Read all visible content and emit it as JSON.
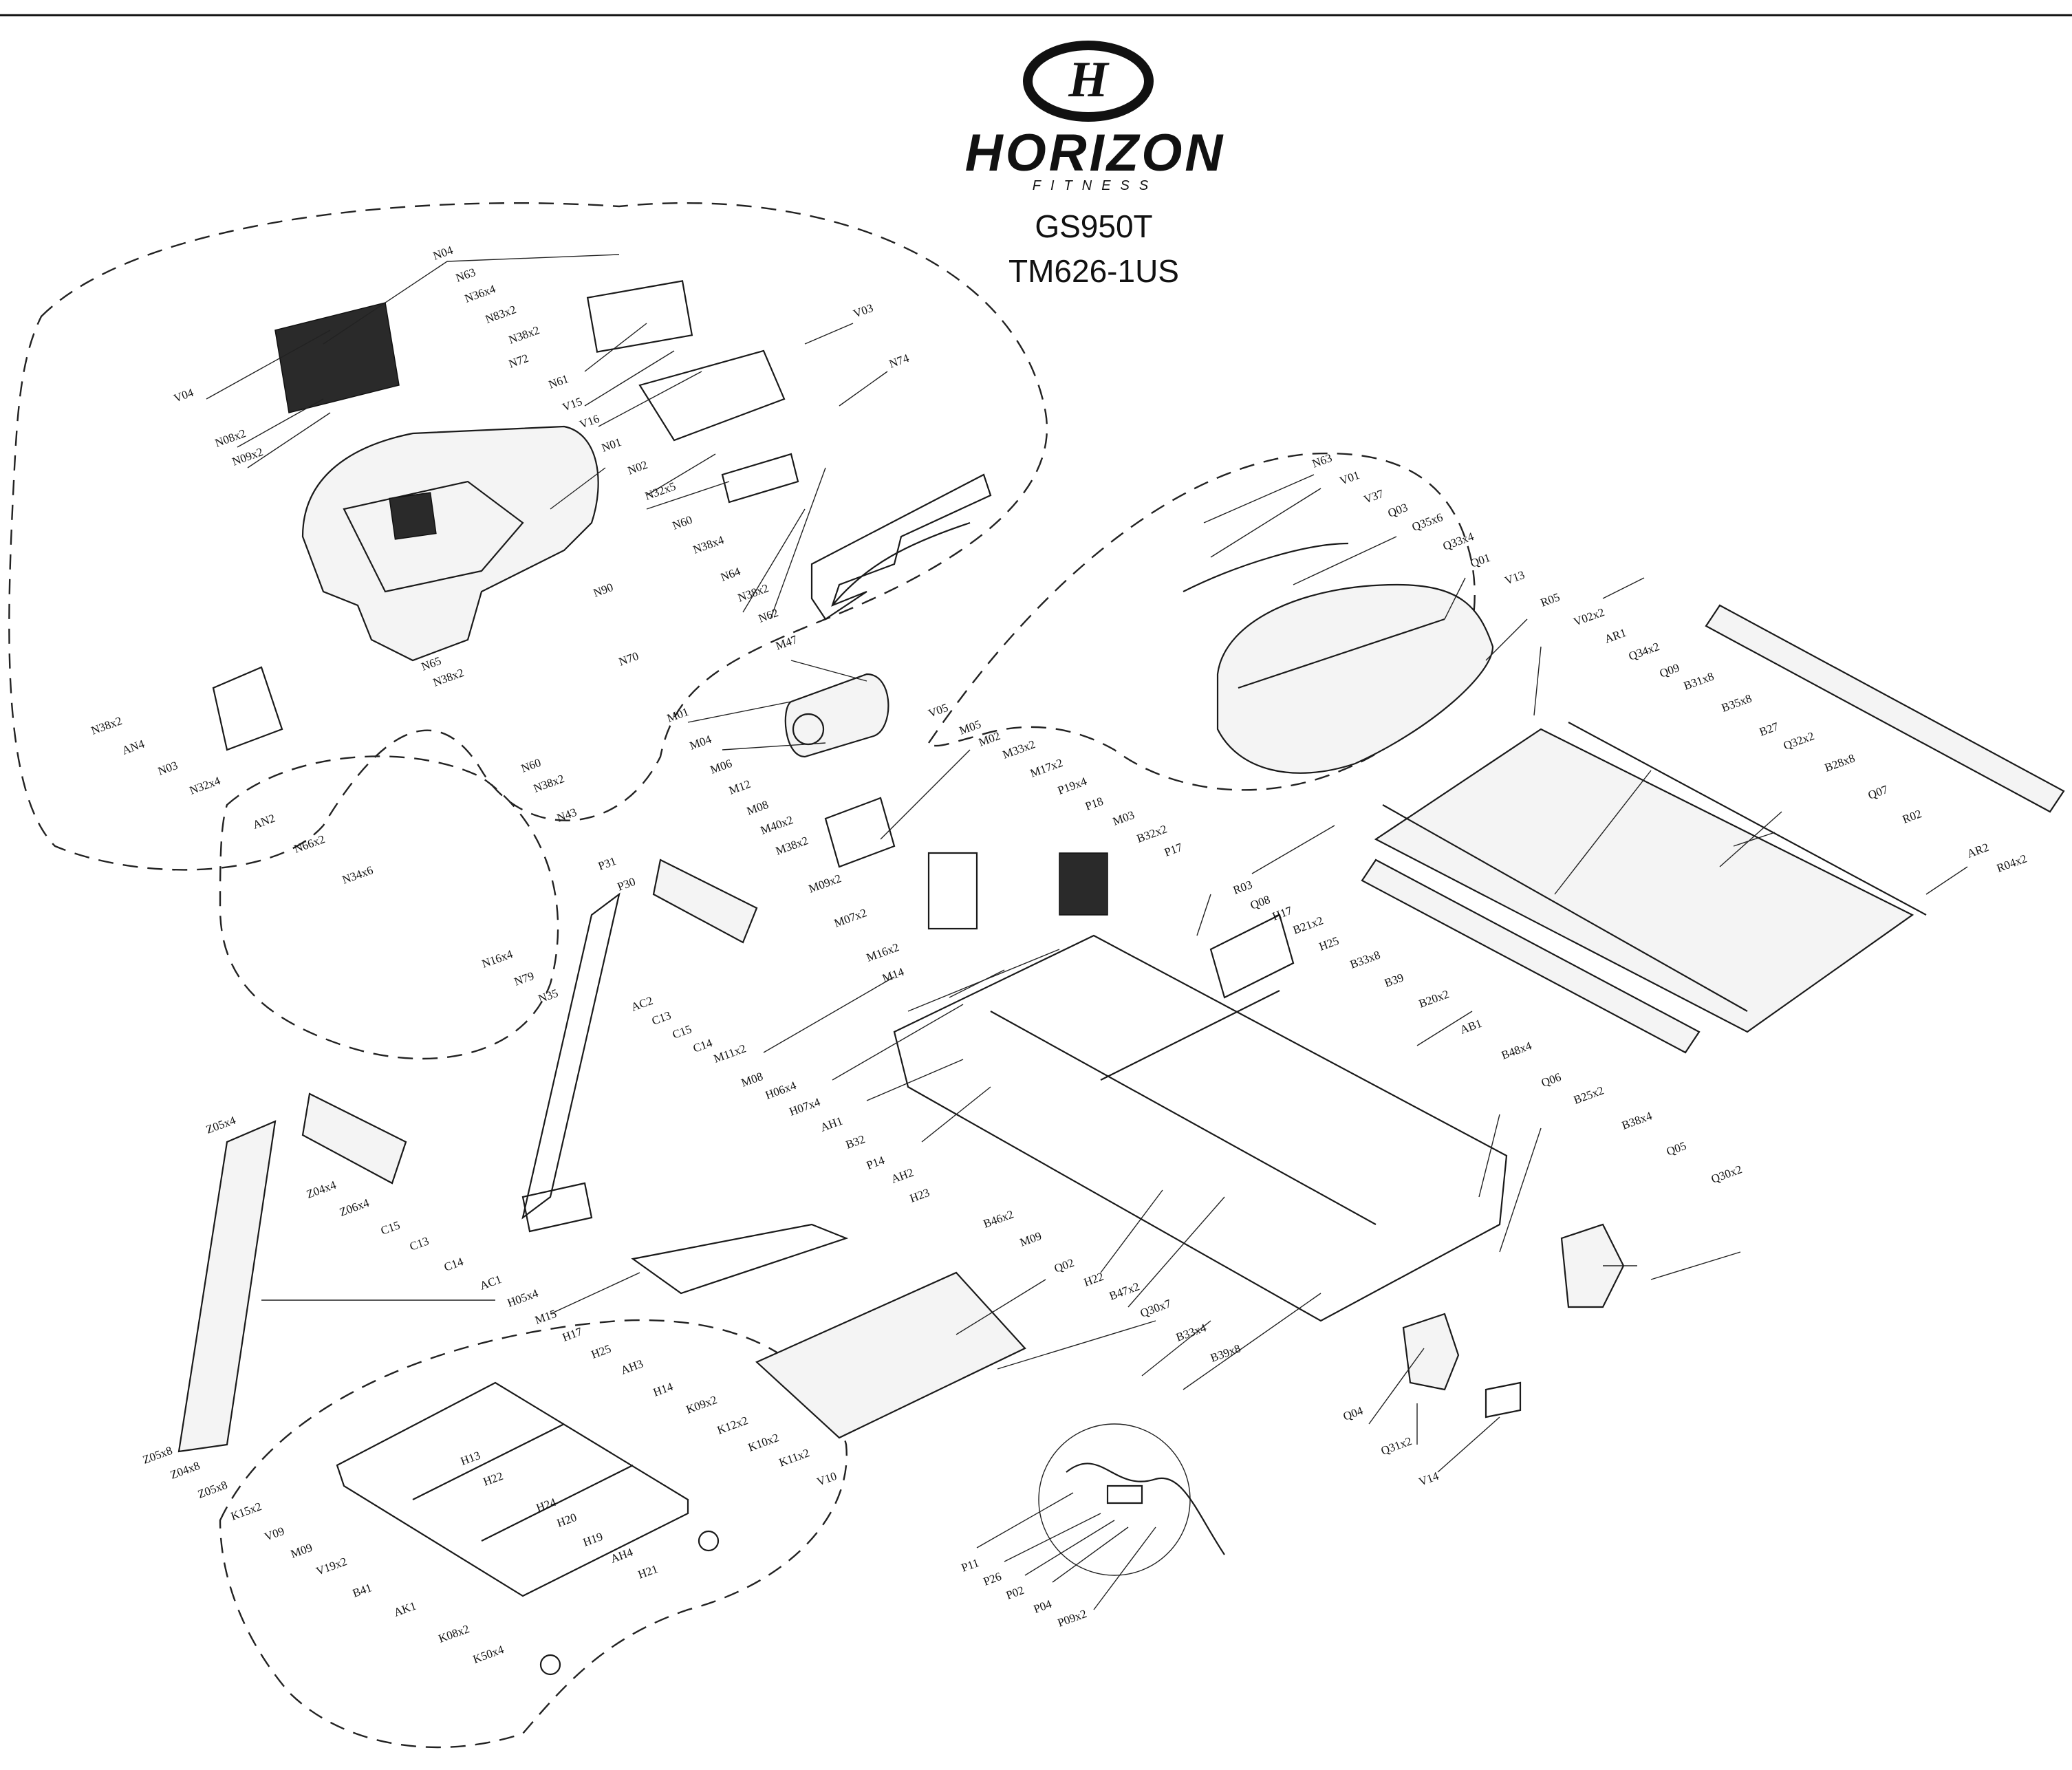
{
  "brand": {
    "name": "HORIZON",
    "tagline": "FITNESS",
    "logo_icon": "horizon-hf-logo-icon"
  },
  "model": {
    "line1": "GS950T",
    "line2": "TM626-1US"
  },
  "labels": [
    {
      "id": "N04",
      "text": "N04"
    },
    {
      "id": "N63a",
      "text": "N63"
    },
    {
      "id": "N36x4",
      "text": "N36x4"
    },
    {
      "id": "N83x2",
      "text": "N83x2"
    },
    {
      "id": "N38x2a",
      "text": "N38x2"
    },
    {
      "id": "N72",
      "text": "N72"
    },
    {
      "id": "V04",
      "text": "V04"
    },
    {
      "id": "N08x2",
      "text": "N08x2"
    },
    {
      "id": "N09x2",
      "text": "N09x2"
    },
    {
      "id": "N61",
      "text": "N61"
    },
    {
      "id": "V15",
      "text": "V15"
    },
    {
      "id": "V16",
      "text": "V16"
    },
    {
      "id": "V03",
      "text": "V03"
    },
    {
      "id": "N74",
      "text": "N74"
    },
    {
      "id": "N01",
      "text": "N01"
    },
    {
      "id": "N02",
      "text": "N02"
    },
    {
      "id": "N32x5",
      "text": "N32x5"
    },
    {
      "id": "N60a",
      "text": "N60"
    },
    {
      "id": "N38x4",
      "text": "N38x4"
    },
    {
      "id": "N64",
      "text": "N64"
    },
    {
      "id": "N38x2b",
      "text": "N38x2"
    },
    {
      "id": "N62",
      "text": "N62"
    },
    {
      "id": "N90",
      "text": "N90"
    },
    {
      "id": "N65",
      "text": "N65"
    },
    {
      "id": "N38x2c",
      "text": "N38x2"
    },
    {
      "id": "N70",
      "text": "N70"
    },
    {
      "id": "N60b",
      "text": "N60"
    },
    {
      "id": "N38x2d",
      "text": "N38x2"
    },
    {
      "id": "N43",
      "text": "N43"
    },
    {
      "id": "N38x2e",
      "text": "N38x2"
    },
    {
      "id": "AN4",
      "text": "AN4"
    },
    {
      "id": "N03",
      "text": "N03"
    },
    {
      "id": "N32x4",
      "text": "N32x4"
    },
    {
      "id": "AN2",
      "text": "AN2"
    },
    {
      "id": "N66x2",
      "text": "N66x2"
    },
    {
      "id": "N34x6",
      "text": "N34x6"
    },
    {
      "id": "N16x4",
      "text": "N16x4"
    },
    {
      "id": "N79",
      "text": "N79"
    },
    {
      "id": "N35",
      "text": "N35"
    },
    {
      "id": "N63b",
      "text": "N63"
    },
    {
      "id": "V01",
      "text": "V01"
    },
    {
      "id": "V37",
      "text": "V37"
    },
    {
      "id": "Q03",
      "text": "Q03"
    },
    {
      "id": "Q35x6",
      "text": "Q35x6"
    },
    {
      "id": "Q33x4",
      "text": "Q33x4"
    },
    {
      "id": "Q01",
      "text": "Q01"
    },
    {
      "id": "V13",
      "text": "V13"
    },
    {
      "id": "R05",
      "text": "R05"
    },
    {
      "id": "V02x2",
      "text": "V02x2"
    },
    {
      "id": "AR1",
      "text": "AR1"
    },
    {
      "id": "Q34x2",
      "text": "Q34x2"
    },
    {
      "id": "Q09",
      "text": "Q09"
    },
    {
      "id": "V05",
      "text": "V05"
    },
    {
      "id": "M47",
      "text": "M47"
    },
    {
      "id": "M01",
      "text": "M01"
    },
    {
      "id": "M04",
      "text": "M04"
    },
    {
      "id": "M06",
      "text": "M06"
    },
    {
      "id": "M12",
      "text": "M12"
    },
    {
      "id": "M08",
      "text": "M08"
    },
    {
      "id": "M40x2",
      "text": "M40x2"
    },
    {
      "id": "M38x2",
      "text": "M38x2"
    },
    {
      "id": "M05",
      "text": "M05"
    },
    {
      "id": "M02",
      "text": "M02"
    },
    {
      "id": "M33x2",
      "text": "M33x2"
    },
    {
      "id": "M17x2",
      "text": "M17x2"
    },
    {
      "id": "P19x4",
      "text": "P19x4"
    },
    {
      "id": "P18",
      "text": "P18"
    },
    {
      "id": "M03",
      "text": "M03"
    },
    {
      "id": "B32x2",
      "text": "B32x2"
    },
    {
      "id": "P17",
      "text": "P17"
    },
    {
      "id": "M09x2",
      "text": "M09x2"
    },
    {
      "id": "M07x2",
      "text": "M07x2"
    },
    {
      "id": "M16x2",
      "text": "M16x2"
    },
    {
      "id": "M14",
      "text": "M14"
    },
    {
      "id": "B31x8",
      "text": "B31x8"
    },
    {
      "id": "B35x8",
      "text": "B35x8"
    },
    {
      "id": "B27",
      "text": "B27"
    },
    {
      "id": "Q32x2",
      "text": "Q32x2"
    },
    {
      "id": "B28x8",
      "text": "B28x8"
    },
    {
      "id": "Q07",
      "text": "Q07"
    },
    {
      "id": "R02",
      "text": "R02"
    },
    {
      "id": "AR2",
      "text": "AR2"
    },
    {
      "id": "R04x2",
      "text": "R04x2"
    },
    {
      "id": "R03",
      "text": "R03"
    },
    {
      "id": "Q08",
      "text": "Q08"
    },
    {
      "id": "P31",
      "text": "P31"
    },
    {
      "id": "P30",
      "text": "P30"
    },
    {
      "id": "AC2",
      "text": "AC2"
    },
    {
      "id": "C13a",
      "text": "C13"
    },
    {
      "id": "C15a",
      "text": "C15"
    },
    {
      "id": "C14a",
      "text": "C14"
    },
    {
      "id": "M11x2",
      "text": "M11x2"
    },
    {
      "id": "M08b",
      "text": "M08"
    },
    {
      "id": "H17a",
      "text": "H17"
    },
    {
      "id": "B21x2",
      "text": "B21x2"
    },
    {
      "id": "H25a",
      "text": "H25"
    },
    {
      "id": "B33x8",
      "text": "B33x8"
    },
    {
      "id": "B39",
      "text": "B39"
    },
    {
      "id": "B20x2",
      "text": "B20x2"
    },
    {
      "id": "AB1",
      "text": "AB1"
    },
    {
      "id": "B48x4",
      "text": "B48x4"
    },
    {
      "id": "Q06",
      "text": "Q06"
    },
    {
      "id": "B25x2",
      "text": "B25x2"
    },
    {
      "id": "B38x4",
      "text": "B38x4"
    },
    {
      "id": "Q05",
      "text": "Q05"
    },
    {
      "id": "Q30x2",
      "text": "Q30x2"
    },
    {
      "id": "H06x4",
      "text": "H06x4"
    },
    {
      "id": "H07x4",
      "text": "H07x4"
    },
    {
      "id": "AH1",
      "text": "AH1"
    },
    {
      "id": "B32",
      "text": "B32"
    },
    {
      "id": "P14",
      "text": "P14"
    },
    {
      "id": "AH2",
      "text": "AH2"
    },
    {
      "id": "H23",
      "text": "H23"
    },
    {
      "id": "B46x2",
      "text": "B46x2"
    },
    {
      "id": "M09",
      "text": "M09"
    },
    {
      "id": "H22a",
      "text": "H22"
    },
    {
      "id": "B47x2",
      "text": "B47x2"
    },
    {
      "id": "B33x4",
      "text": "B33x4"
    },
    {
      "id": "B39x8",
      "text": "B39x8"
    },
    {
      "id": "Z05x4",
      "text": "Z05x4"
    },
    {
      "id": "Z04x4",
      "text": "Z04x4"
    },
    {
      "id": "Z06x4",
      "text": "Z06x4"
    },
    {
      "id": "C15b",
      "text": "C15"
    },
    {
      "id": "C13b",
      "text": "C13"
    },
    {
      "id": "C14b",
      "text": "C14"
    },
    {
      "id": "AC1",
      "text": "AC1"
    },
    {
      "id": "H05x4",
      "text": "H05x4"
    },
    {
      "id": "M15",
      "text": "M15"
    },
    {
      "id": "Q02",
      "text": "Q02"
    },
    {
      "id": "Q30x7",
      "text": "Q30x7"
    },
    {
      "id": "Q04",
      "text": "Q04"
    },
    {
      "id": "Q31x2",
      "text": "Q31x2"
    },
    {
      "id": "V14",
      "text": "V14"
    },
    {
      "id": "H17b",
      "text": "H17"
    },
    {
      "id": "H25b",
      "text": "H25"
    },
    {
      "id": "AH3",
      "text": "AH3"
    },
    {
      "id": "H14",
      "text": "H14"
    },
    {
      "id": "K09x2",
      "text": "K09x2"
    },
    {
      "id": "K12x2",
      "text": "K12x2"
    },
    {
      "id": "K10x2",
      "text": "K10x2"
    },
    {
      "id": "K11x2",
      "text": "K11x2"
    },
    {
      "id": "V10",
      "text": "V10"
    },
    {
      "id": "H13",
      "text": "H13"
    },
    {
      "id": "H22b",
      "text": "H22"
    },
    {
      "id": "H24",
      "text": "H24"
    },
    {
      "id": "H20",
      "text": "H20"
    },
    {
      "id": "H19",
      "text": "H19"
    },
    {
      "id": "AH4",
      "text": "AH4"
    },
    {
      "id": "H21",
      "text": "H21"
    },
    {
      "id": "Z05x8",
      "text": "Z05x8"
    },
    {
      "id": "Z04x8",
      "text": "Z04x8"
    },
    {
      "id": "Z05x8b",
      "text": "Z05x8"
    },
    {
      "id": "K15x2",
      "text": "K15x2"
    },
    {
      "id": "V09",
      "text": "V09"
    },
    {
      "id": "M09b",
      "text": "M09"
    },
    {
      "id": "V19x2",
      "text": "V19x2"
    },
    {
      "id": "B41",
      "text": "B41"
    },
    {
      "id": "AK1",
      "text": "AK1"
    },
    {
      "id": "K08x2",
      "text": "K08x2"
    },
    {
      "id": "K50x4",
      "text": "K50x4"
    },
    {
      "id": "P11",
      "text": "P11"
    },
    {
      "id": "P26",
      "text": "P26"
    },
    {
      "id": "P02",
      "text": "P02"
    },
    {
      "id": "P04",
      "text": "P04"
    },
    {
      "id": "P09x2",
      "text": "P09x2"
    }
  ]
}
